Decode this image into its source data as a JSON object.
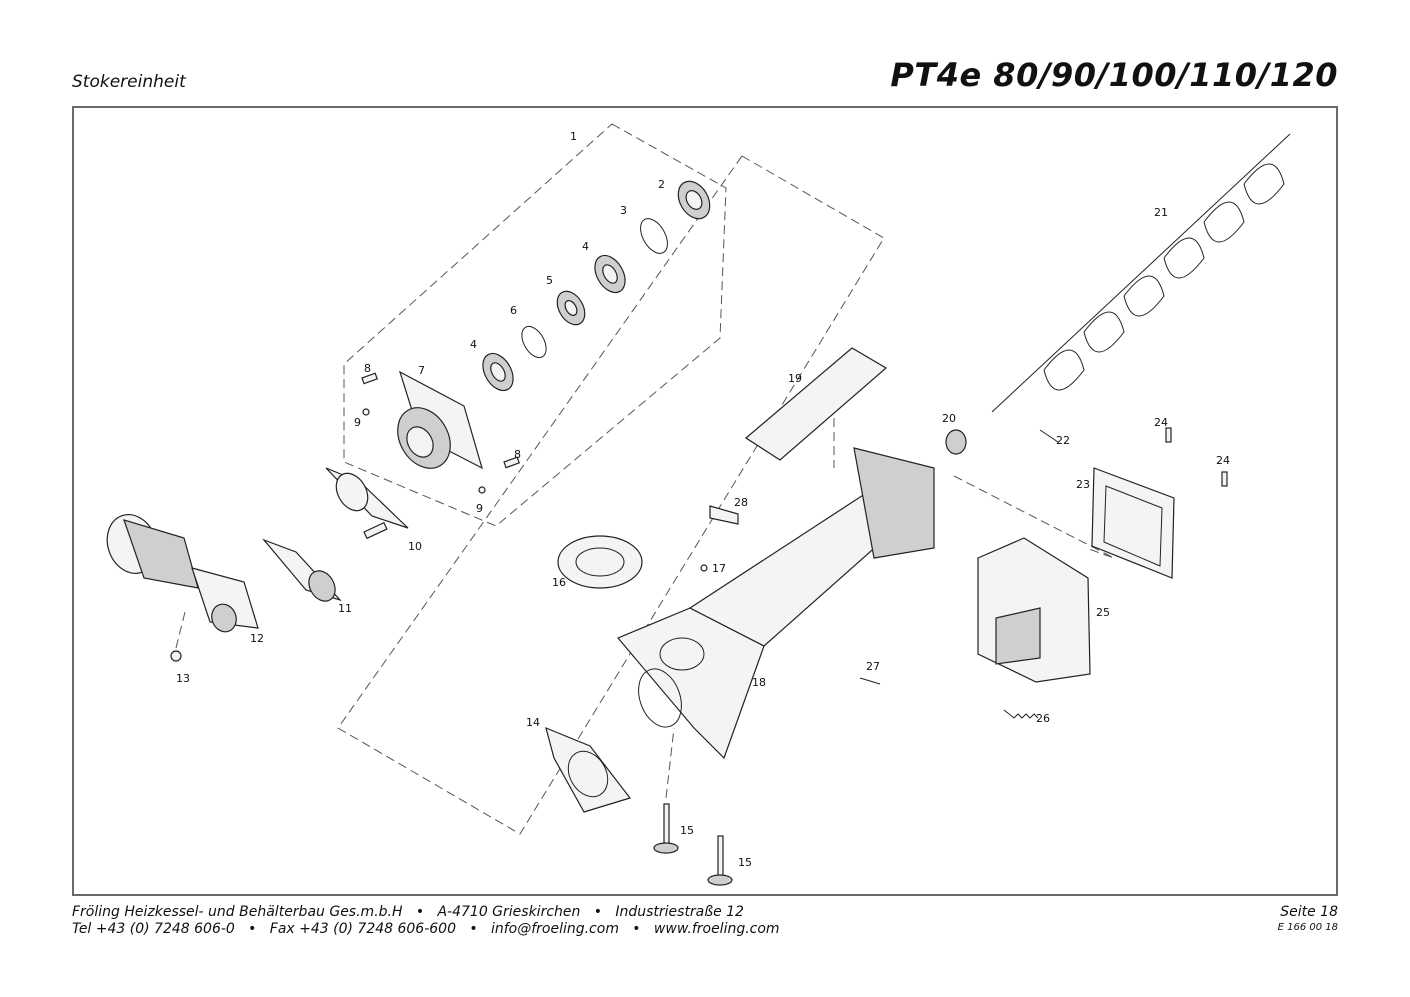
{
  "header": {
    "section": "Stokereinheit",
    "model": "PT4e 80/90/100/110/120"
  },
  "footer": {
    "line1": "Fröling Heizkessel- und Behälterbau Ges.m.b.H   •   A-4710 Grieskirchen   •   Industriestraße 12",
    "line2": "Tel +43 (0) 7248 606-0   •   Fax +43 (0) 7248 606-600   •   info@froeling.com   •   www.froeling.com",
    "page": "Seite 18",
    "code": "E 166 00 18"
  },
  "diagram": {
    "callouts": {
      "c1": "1",
      "c2": "2",
      "c3": "3",
      "c4a": "4",
      "c5": "5",
      "c6": "6",
      "c4b": "4",
      "c7": "7",
      "c8a": "8",
      "c8b": "8",
      "c9a": "9",
      "c9b": "9",
      "c10": "10",
      "c11": "11",
      "c12": "12",
      "c13": "13",
      "c14": "14",
      "c15a": "15",
      "c15b": "15",
      "c16": "16",
      "c17": "17",
      "c18": "18",
      "c19": "19",
      "c20": "20",
      "c21": "21",
      "c22": "22",
      "c23": "23",
      "c24a": "24",
      "c24b": "24",
      "c25": "25",
      "c26": "26",
      "c27": "27",
      "c28": "28"
    }
  }
}
